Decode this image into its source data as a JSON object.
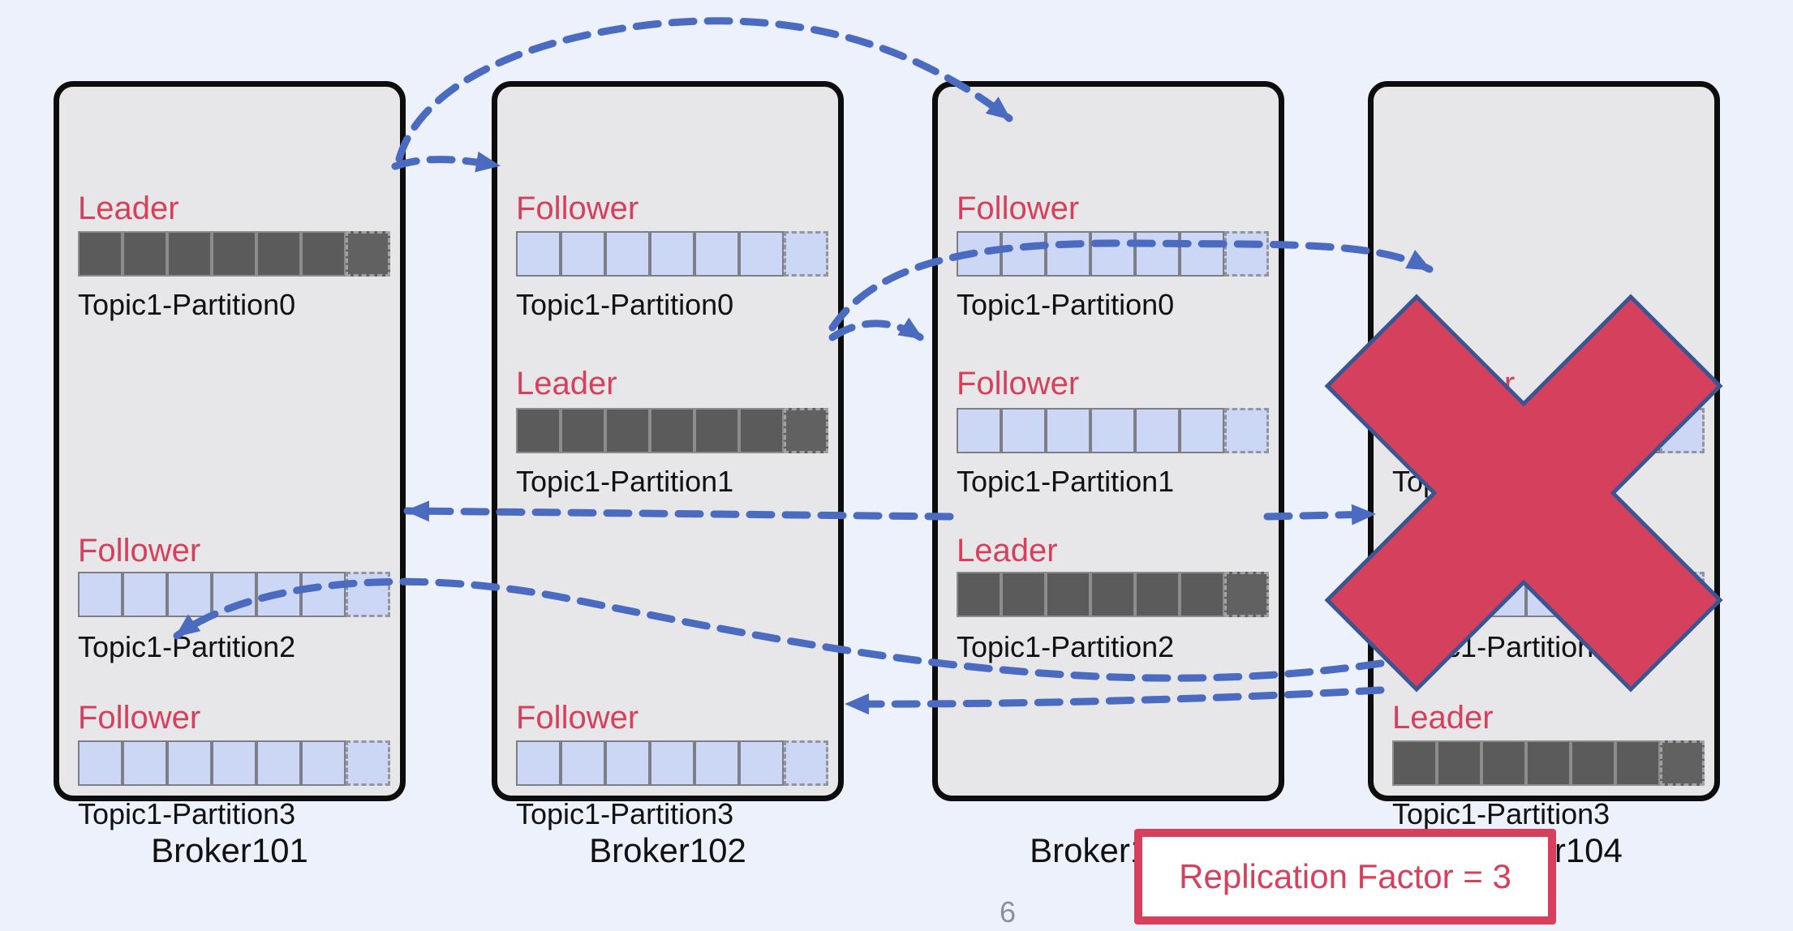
{
  "page": {
    "number": "6"
  },
  "legend": {
    "replication_factor_label": "Replication Factor = 3"
  },
  "colors": {
    "background": "#edf1fb",
    "broker_fill": "#e7e7e9",
    "broker_border": "#0d0d0d",
    "role_text_red": "#d5405c",
    "leader_bar": "#5b5b5b",
    "follower_bar": "#ccd6f5",
    "arrow_blue": "#4a6bc0",
    "x_mark_fill": "#d5405c",
    "x_mark_border": "#3b5591"
  },
  "bar": {
    "solid_segments": 6,
    "dashed_segments": 1
  },
  "brokers": [
    {
      "name": "Broker101",
      "failed": false,
      "partitions": [
        {
          "row": 0,
          "role": "Leader",
          "topic": "Topic1-Partition0"
        },
        {
          "row": 2,
          "role": "Follower",
          "topic": "Topic1-Partition2"
        },
        {
          "row": 3,
          "role": "Follower",
          "topic": "Topic1-Partition3"
        }
      ]
    },
    {
      "name": "Broker102",
      "failed": false,
      "partitions": [
        {
          "row": 0,
          "role": "Follower",
          "topic": "Topic1-Partition0"
        },
        {
          "row": 1,
          "role": "Leader",
          "topic": "Topic1-Partition1"
        },
        {
          "row": 3,
          "role": "Follower",
          "topic": "Topic1-Partition3"
        }
      ]
    },
    {
      "name": "Broker103",
      "failed": false,
      "partitions": [
        {
          "row": 0,
          "role": "Follower",
          "topic": "Topic1-Partition0"
        },
        {
          "row": 1,
          "role": "Follower",
          "topic": "Topic1-Partition1"
        },
        {
          "row": 2,
          "role": "Leader",
          "topic": "Topic1-Partition2"
        }
      ]
    },
    {
      "name": "Broker104",
      "failed": true,
      "partitions": [
        {
          "row": 1,
          "role": "Follower",
          "topic": "Topic1-Partition1"
        },
        {
          "row": 2,
          "role": "Follower",
          "topic": "Topic1-Partition2"
        },
        {
          "row": 3,
          "role": "Leader",
          "topic": "Topic1-Partition3"
        }
      ]
    }
  ],
  "replication_arrows": [
    {
      "from": "Broker101/Topic1-Partition0",
      "to": "Broker102/Topic1-Partition0"
    },
    {
      "from": "Broker101/Topic1-Partition0",
      "to": "Broker103/Topic1-Partition0"
    },
    {
      "from": "Broker102/Topic1-Partition1",
      "to": "Broker103/Topic1-Partition1"
    },
    {
      "from": "Broker102/Topic1-Partition1",
      "to": "Broker104/Topic1-Partition1"
    },
    {
      "from": "Broker103/Topic1-Partition2",
      "to": "Broker101/Topic1-Partition2"
    },
    {
      "from": "Broker103/Topic1-Partition2",
      "to": "Broker104/Topic1-Partition2"
    },
    {
      "from": "Broker104/Topic1-Partition3",
      "to": "Broker102/Topic1-Partition3"
    },
    {
      "from": "Broker104/Topic1-Partition3",
      "to": "Broker101/Topic1-Partition3"
    }
  ]
}
